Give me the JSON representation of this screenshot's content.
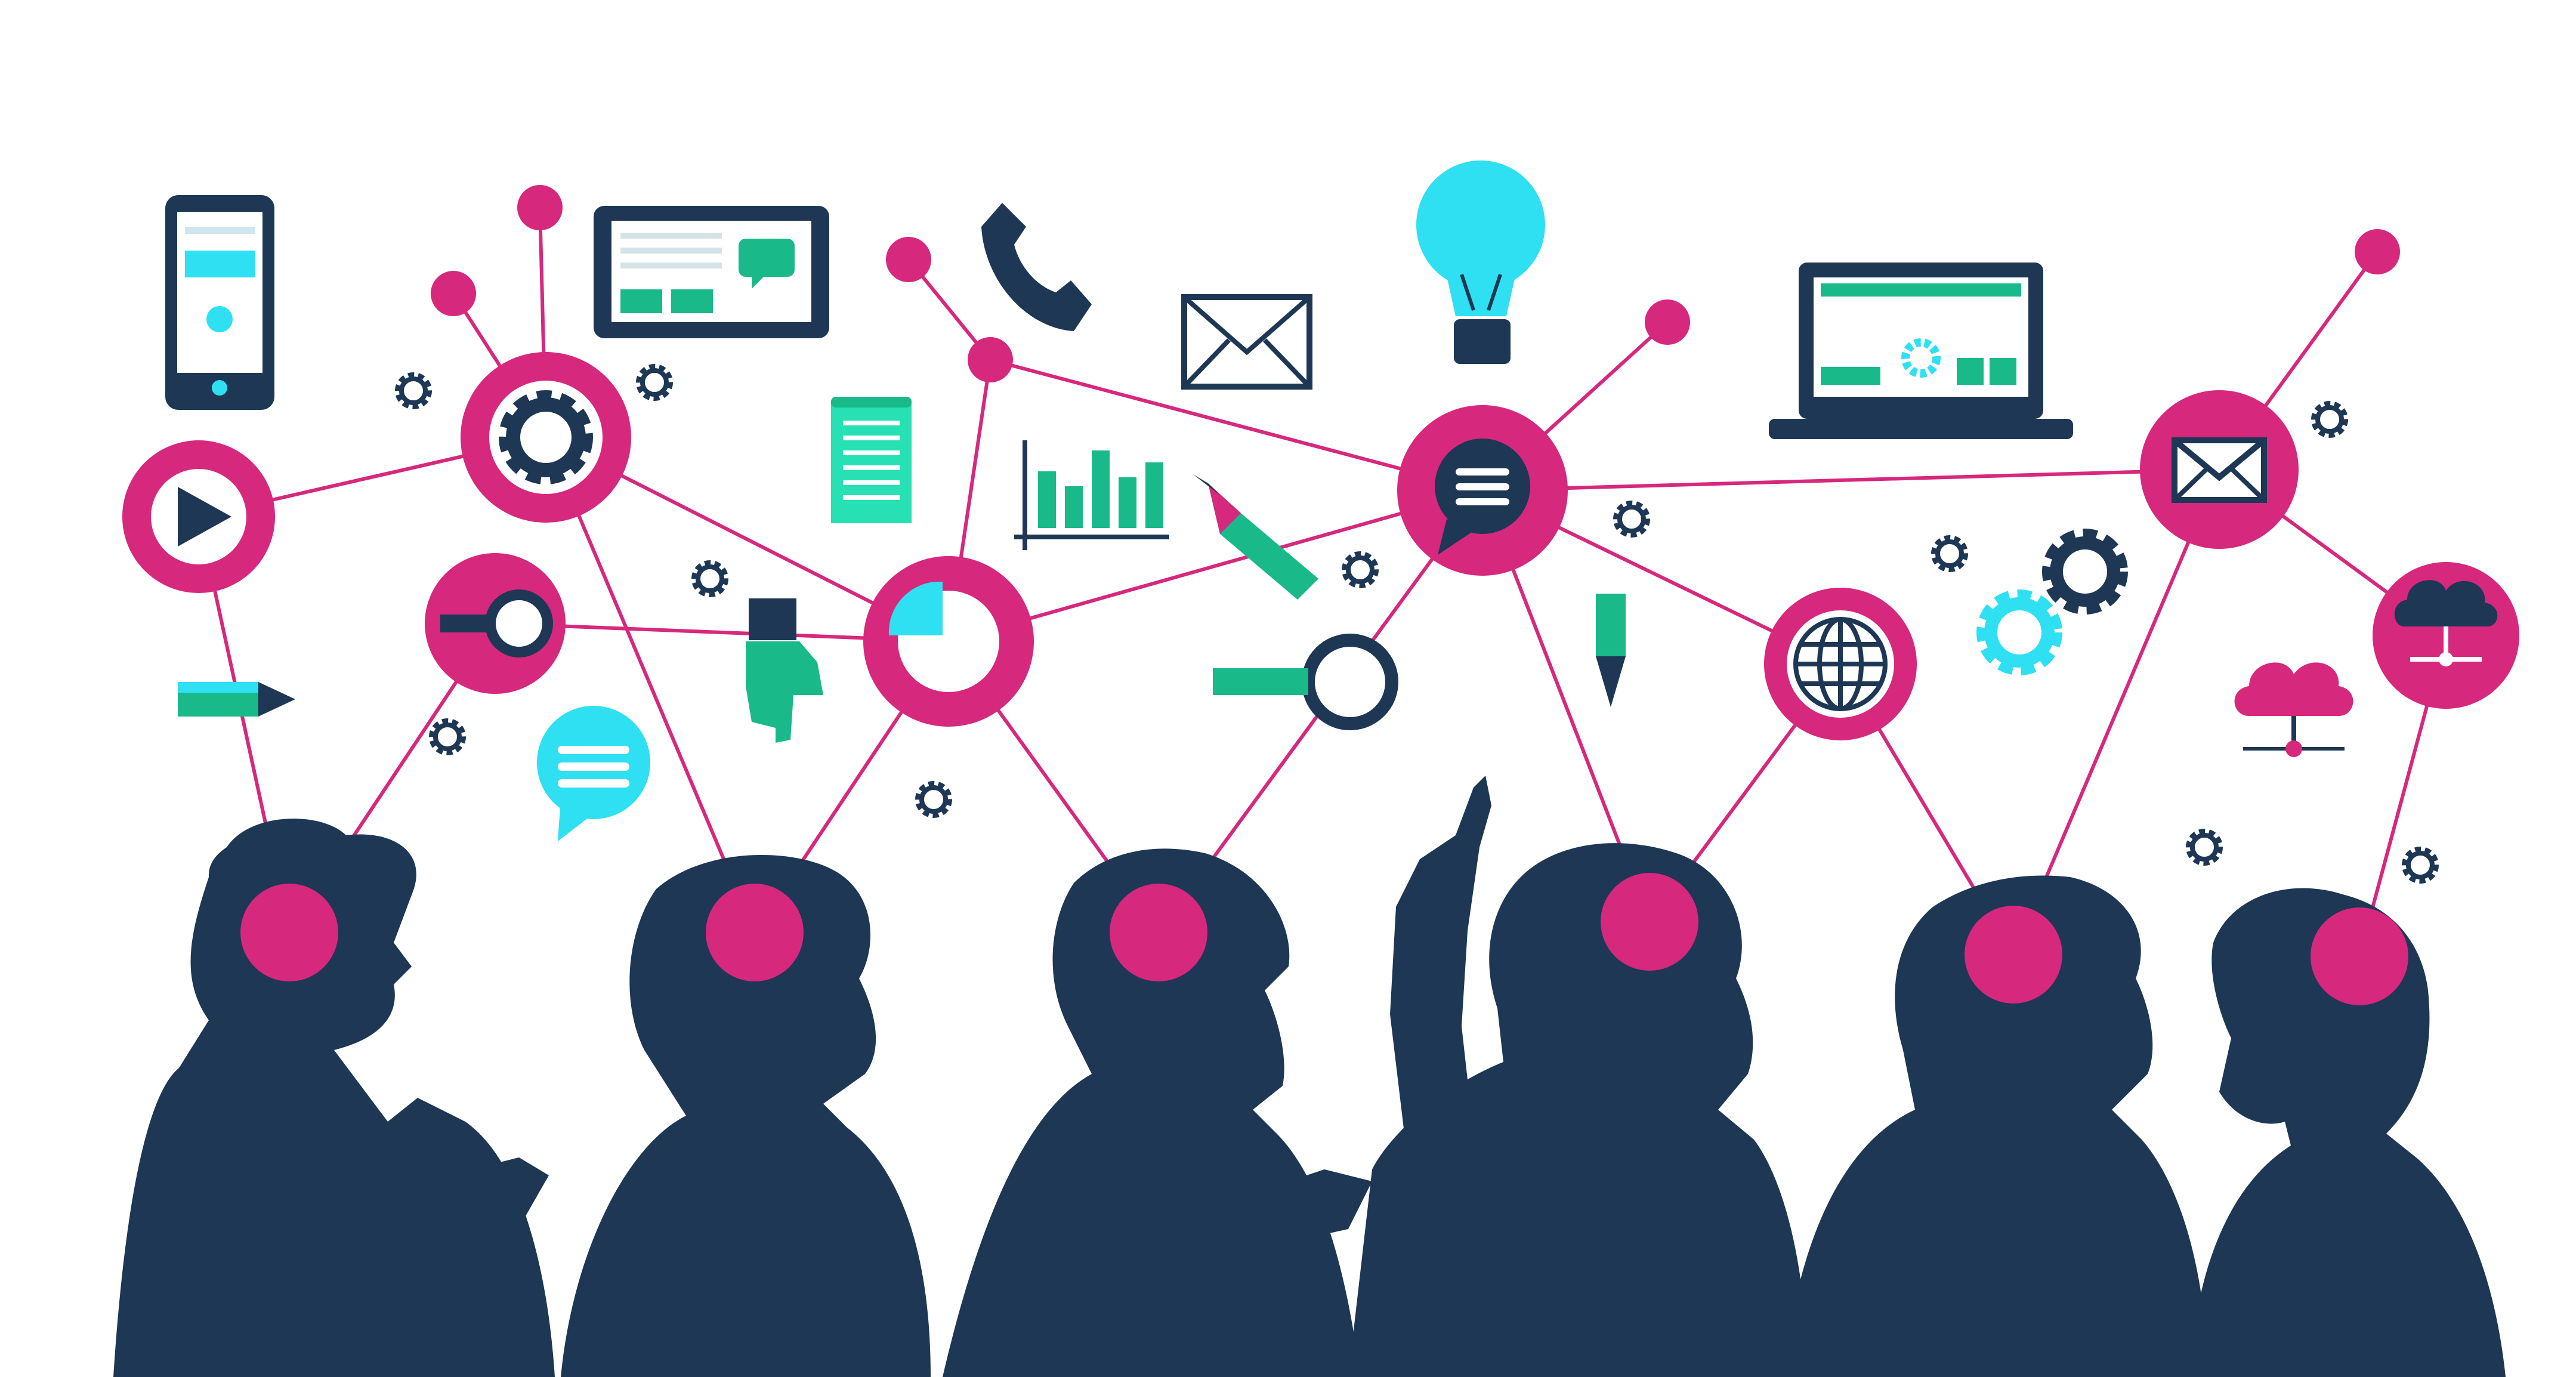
{
  "colors": {
    "pink": "#d6287d",
    "navy": "#1d3755",
    "green": "#19b98a",
    "mint": "#27e0b4",
    "cyan": "#2ee0f2",
    "white": "#ffffff"
  },
  "illustration": {
    "people": [
      {
        "name": "person-1"
      },
      {
        "name": "person-2"
      },
      {
        "name": "person-3"
      },
      {
        "name": "person-4"
      },
      {
        "name": "person-5"
      },
      {
        "name": "person-6"
      }
    ],
    "nodes": [
      {
        "name": "play-node",
        "icon": "play-icon"
      },
      {
        "name": "gear-node",
        "icon": "gear-icon"
      },
      {
        "name": "search-node",
        "icon": "magnifier-icon"
      },
      {
        "name": "pie-chart-node",
        "icon": "pie-chart-icon"
      },
      {
        "name": "chat-node",
        "icon": "chat-bubble-icon"
      },
      {
        "name": "globe-node",
        "icon": "globe-icon"
      },
      {
        "name": "mail-node",
        "icon": "envelope-icon"
      },
      {
        "name": "cloud-network-node",
        "icon": "cloud-network-icon"
      }
    ],
    "floating_icons": [
      "smartphone-icon",
      "tablet-icon",
      "phone-handset-icon",
      "envelope-icon",
      "light-bulb-icon",
      "laptop-icon",
      "document-icon",
      "bar-chart-icon",
      "pencil-icon",
      "pointing-hand-icon",
      "magnifier-icon",
      "marker-icon",
      "chat-bubble-icon",
      "cloud-network-icon",
      "gear-icon"
    ]
  }
}
